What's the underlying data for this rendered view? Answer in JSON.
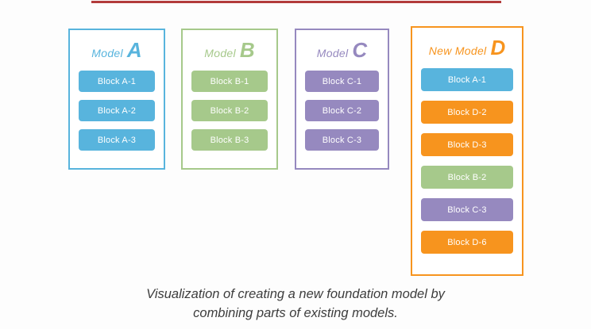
{
  "colors": {
    "blue": "#58b4dd",
    "green": "#a6c98b",
    "purple": "#9689bf",
    "orange": "#f7941e",
    "red_line": "#b23b3b",
    "caption_text": "#3d3d3d"
  },
  "models": [
    {
      "name": "Model",
      "letter": "A",
      "color": "blue",
      "blocks": [
        {
          "label": "Block A-1",
          "color": "blue"
        },
        {
          "label": "Block A-2",
          "color": "blue"
        },
        {
          "label": "Block A-3",
          "color": "blue"
        }
      ]
    },
    {
      "name": "Model",
      "letter": "B",
      "color": "green",
      "blocks": [
        {
          "label": "Block B-1",
          "color": "green"
        },
        {
          "label": "Block B-2",
          "color": "green"
        },
        {
          "label": "Block B-3",
          "color": "green"
        }
      ]
    },
    {
      "name": "Model",
      "letter": "C",
      "color": "purple",
      "blocks": [
        {
          "label": "Block C-1",
          "color": "purple"
        },
        {
          "label": "Block C-2",
          "color": "purple"
        },
        {
          "label": "Block C-3",
          "color": "purple"
        }
      ]
    },
    {
      "name": "New Model",
      "letter": "D",
      "color": "orange",
      "blocks": [
        {
          "label": "Block A-1",
          "color": "blue"
        },
        {
          "label": "Block D-2",
          "color": "orange"
        },
        {
          "label": "Block D-3",
          "color": "orange"
        },
        {
          "label": "Block B-2",
          "color": "green"
        },
        {
          "label": "Block C-3",
          "color": "purple"
        },
        {
          "label": "Block D-6",
          "color": "orange"
        }
      ]
    }
  ],
  "caption": {
    "line1": "Visualization of creating a new foundation model by",
    "line2": "combining parts of existing models."
  }
}
